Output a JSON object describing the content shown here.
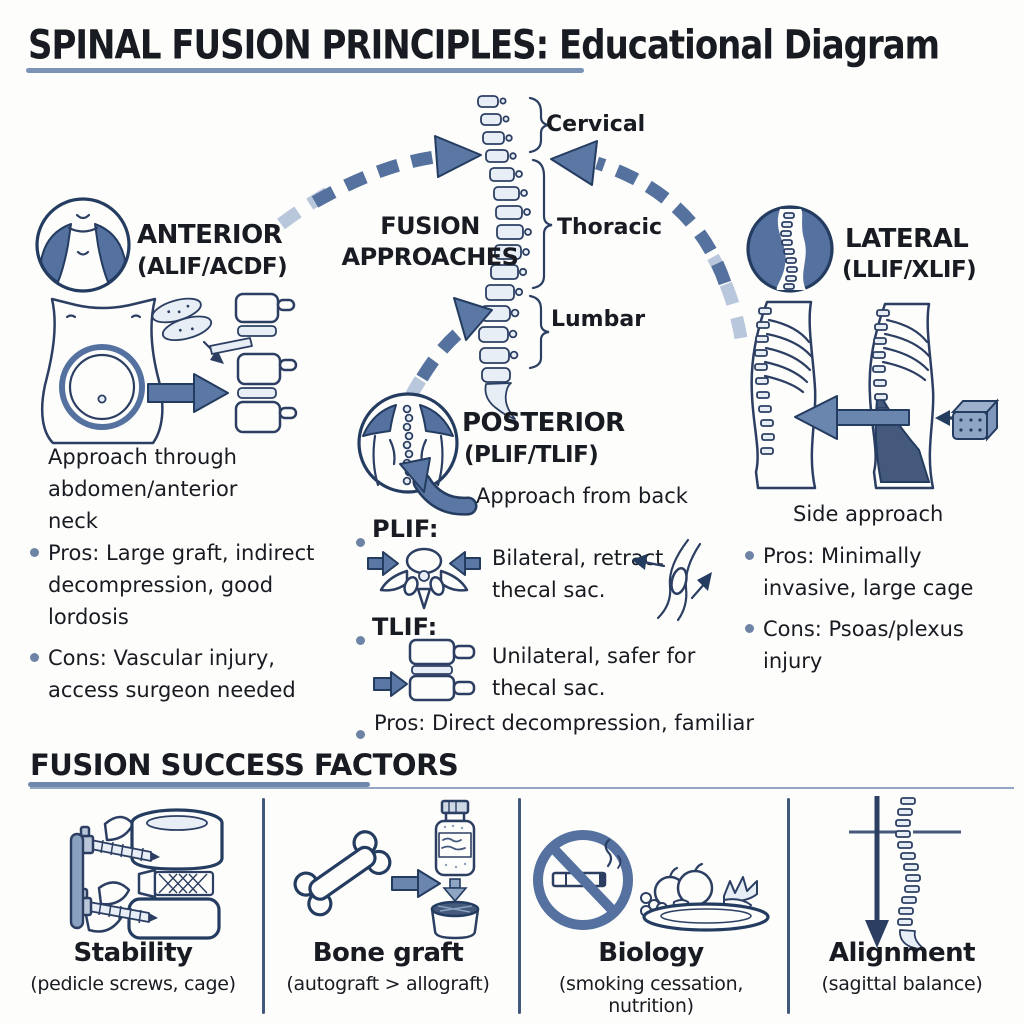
{
  "title": {
    "main": "SPINAL FUSION PRINCIPLES:",
    "sub": " Educational Diagram"
  },
  "colors": {
    "ink": "#181b21",
    "accent_dark": "#243c60",
    "accent_mid": "#54719f",
    "accent_light": "#b9c7dc",
    "underline": "#7b93b6"
  },
  "center": {
    "label_line1": "FUSION",
    "label_line2": "APPROACHES",
    "regions": [
      "Cervical",
      "Thoracic",
      "Lumbar"
    ]
  },
  "anterior": {
    "heading": "ANTERIOR",
    "subheading": "(ALIF/ACDF)",
    "approach_note": "Approach through abdomen/anterior neck",
    "bullets": [
      "Pros: Large graft, indirect decompression, good lordosis",
      "Cons: Vascular injury, access surgeon needed"
    ]
  },
  "posterior": {
    "heading": "POSTERIOR",
    "subheading": "(PLIF/TLIF)",
    "approach_note": "Approach from back",
    "plif_label": "PLIF:",
    "plif_note": "Bilateral, retract thecal sac.",
    "tlif_label": "TLIF:",
    "tlif_note": "Unilateral, safer for thecal sac.",
    "pros_bullet": "Pros: Direct decompression, familiar"
  },
  "lateral": {
    "heading": "LATERAL",
    "subheading": "(LLIF/XLIF)",
    "approach_note": "Side approach",
    "bullets": [
      "Pros: Minimally invasive, large cage",
      "Cons: Psoas/plexus injury"
    ]
  },
  "success_factors": {
    "heading": "FUSION SUCCESS FACTORS",
    "columns": [
      {
        "title": "Stability",
        "subtitle": "(pedicle screws, cage)",
        "icon": "pedicle-screws-cage-icon"
      },
      {
        "title": "Bone graft",
        "subtitle": "(autograft > allograft)",
        "icon": "bone-to-graft-jar-icon"
      },
      {
        "title": "Biology",
        "subtitle": "(smoking cessation, nutrition)",
        "icon": "no-smoking-and-nutrition-icon"
      },
      {
        "title": "Alignment",
        "subtitle": "(sagittal balance)",
        "icon": "plumbline-spine-icon"
      }
    ]
  },
  "icons": {
    "center_spine": "spine-lateral-icon",
    "anterior_circle": "neck-front-view-icon",
    "anterior_body": "abdomen-front-icon",
    "anterior_cage": "cage-into-disc-icon",
    "posterior_circle": "back-view-icon",
    "posterior_arrow": "curved-approach-arrow-icon",
    "plif": "axial-vertebra-bilateral-arrows-icon",
    "nerve": "thecal-sac-retraction-icon",
    "tlif": "lateral-vertebrae-unilateral-arrow-icon",
    "lateral_circle": "spine-side-view-icon",
    "lateral_torsos": "flank-approach-torsos-icon"
  }
}
